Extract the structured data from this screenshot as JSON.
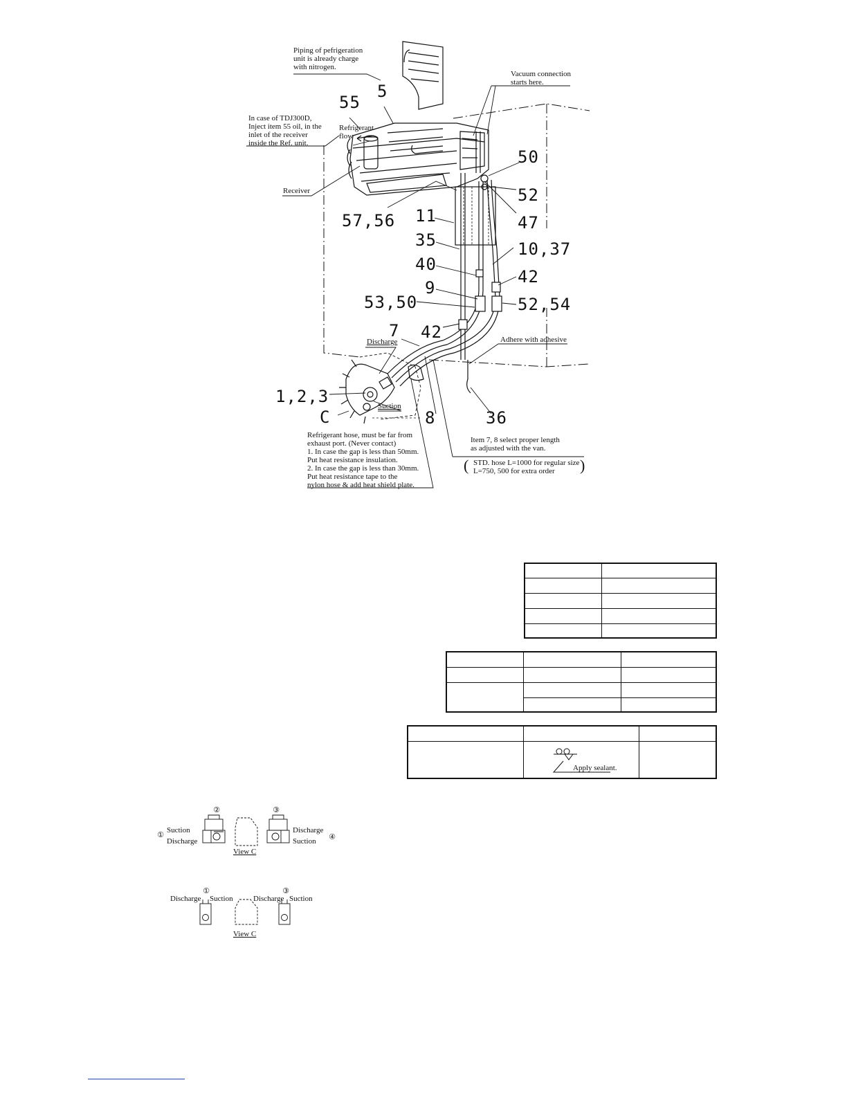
{
  "diagram": {
    "notes": {
      "nitrogen": "Piping of pefrigeration\nunit is already charge\nwith nitrogen.",
      "vacuum": "Vacuum connection\nstarts here.",
      "oil": "In case of TDJ300D,\nInject item 55 oil, in the\ninlet of the receiver\ninside the Ref. unit.",
      "flow": "Refrigerant\nflow",
      "receiver": "Receiver",
      "discharge": "Discharge",
      "suction": "Suction",
      "adhesive": "Adhere with adhesive",
      "hose_warning": "Refrigerant hose, must be far from\nexhaust port. (Never contact)\n1. In case the gap is less than 50mm.\n    Put heat resistance insulation.\n2. In case the gap is less than 30mm.\n    Put heat resistance tape to the\n    nylon hose & add heat shield plate.",
      "length": "Item 7, 8 select proper length\nas adjusted with the van.",
      "std_hose": "STD. hose L=1000 for regular size\nL=750, 500 for extra order",
      "paren_open": "(",
      "paren_close": ")",
      "sealant": "Apply sealant."
    },
    "item_numbers": {
      "n5": "5",
      "n55": "55",
      "n50a": "50",
      "n52a": "52",
      "n47": "47",
      "n5756": "57,56",
      "n11": "11",
      "n35": "35",
      "n1037": "10,37",
      "n40": "40",
      "n42a": "42",
      "n9": "9",
      "n5350": "53,50",
      "n5254": "52,54",
      "n7": "7",
      "n42b": "42",
      "n123": "1,2,3",
      "nC": "C",
      "n8": "8",
      "n36": "36"
    },
    "view_c_1": {
      "m1": "①",
      "m2": "②",
      "m3": "③",
      "m4": "④",
      "left_top": "Suction",
      "left_bottom": "Discharge",
      "right_top": "Discharge",
      "right_bottom": "Suction",
      "caption": "View C"
    },
    "view_c_2": {
      "m1": "①",
      "m3": "③",
      "label1": "Discharge",
      "label2": "Suction",
      "label3": "Discharge",
      "label4": "Suction",
      "caption": "View C"
    }
  }
}
